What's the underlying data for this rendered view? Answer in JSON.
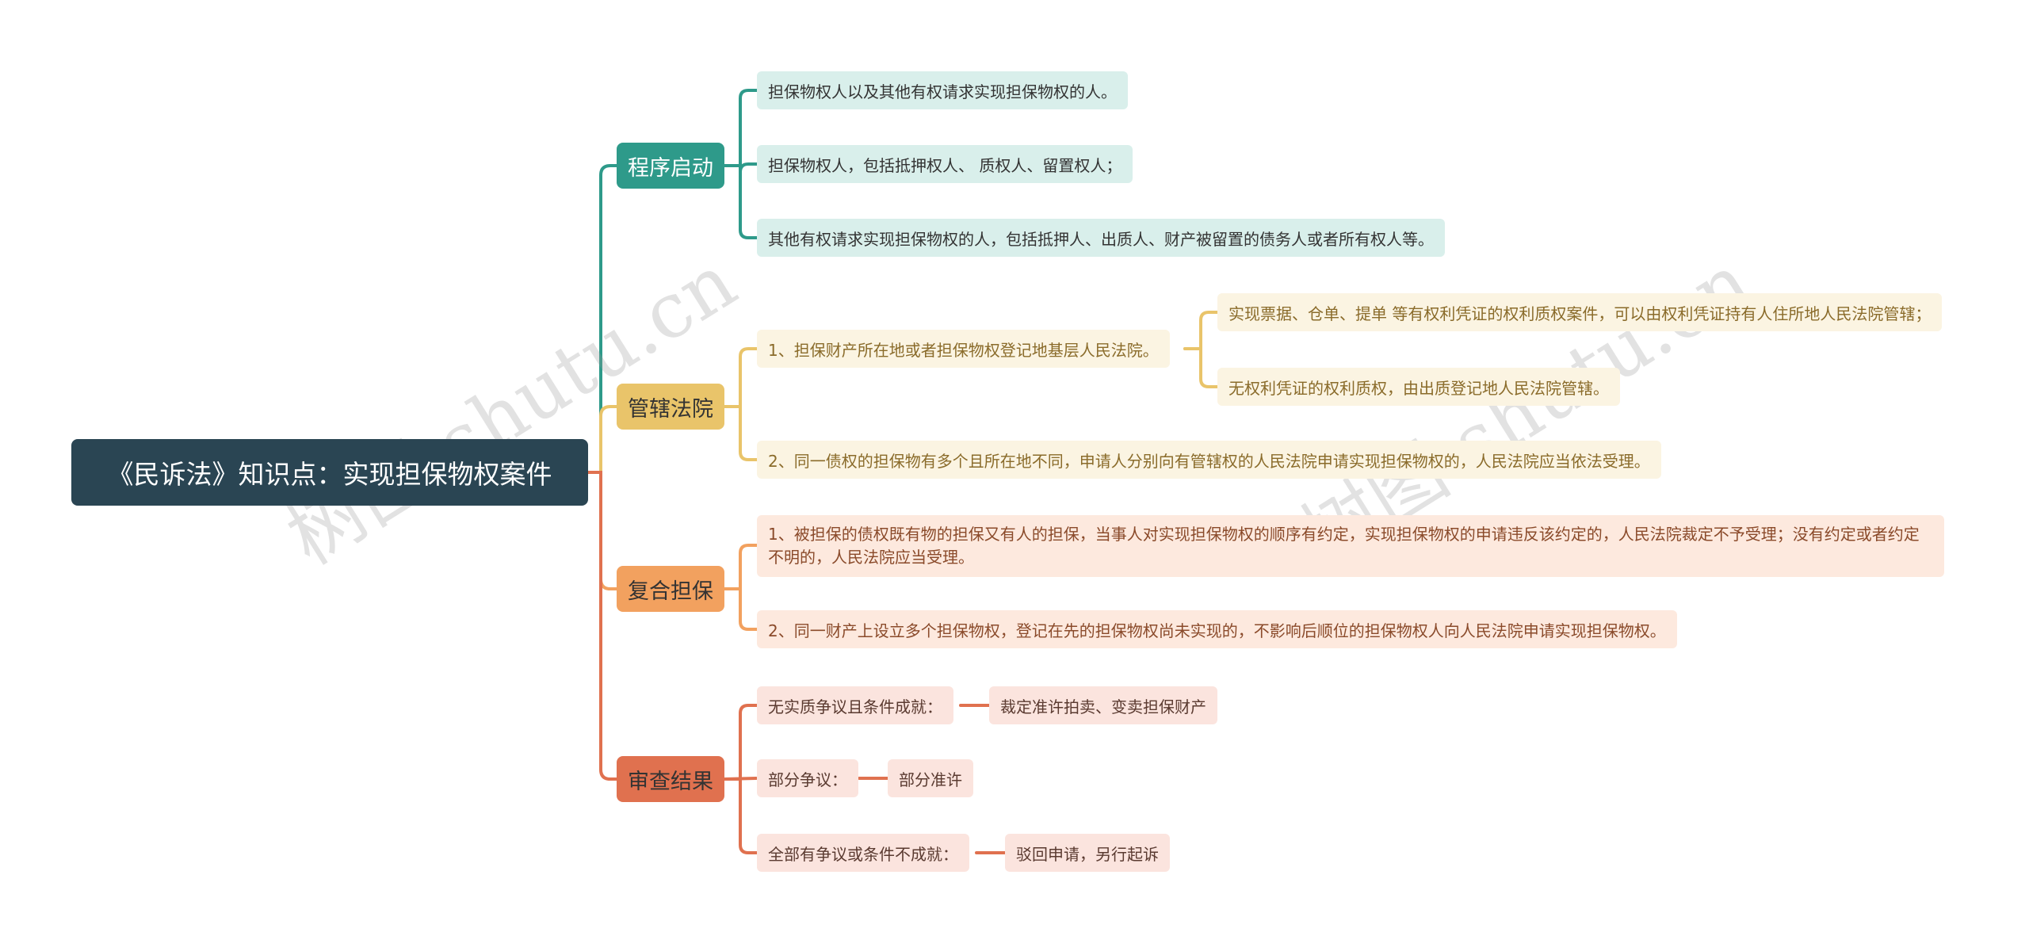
{
  "root": "《民诉法》知识点：实现担保物权案件",
  "colors": {
    "teal": "#2e9a8a",
    "teal_light": "#d9efeb",
    "yellow": "#e9c46a",
    "yellow_light": "#fbf4e2",
    "orange": "#f2a15f",
    "orange_light": "#fde9de",
    "red": "#e0714f",
    "red_light": "#fbe4de",
    "root_bg": "#2a4553"
  },
  "branches": [
    {
      "title": "程序启动",
      "children": [
        {
          "text": "担保物权人以及其他有权请求实现担保物权的人。"
        },
        {
          "text": "担保物权人，包括抵押权人、 质权人、留置权人；"
        },
        {
          "text": "其他有权请求实现担保物权的人，包括抵押人、出质人、财产被留置的债务人或者所有权人等。"
        }
      ]
    },
    {
      "title": "管辖法院",
      "children": [
        {
          "text": "1、担保财产所在地或者担保物权登记地基层人民法院。",
          "children": [
            {
              "text": "实现票据、仓单、提单 等有权利凭证的权利质权案件，可以由权利凭证持有人住所地人民法院管辖；"
            },
            {
              "text": "无权利凭证的权利质权，由出质登记地人民法院管辖。"
            }
          ]
        },
        {
          "text": "2、同一债权的担保物有多个且所在地不同，申请人分别向有管辖权的人民法院申请实现担保物权的，人民法院应当依法受理。"
        }
      ]
    },
    {
      "title": "复合担保",
      "children": [
        {
          "text": "1、被担保的债权既有物的担保又有人的担保，当事人对实现担保物权的顺序有约定，实现担保物权的申请违反该约定的，人民法院裁定不予受理；没有约定或者约定不明的，人民法院应当受理。"
        },
        {
          "text": "2、同一财产上设立多个担保物权，登记在先的担保物权尚未实现的，不影响后顺位的担保物权人向人民法院申请实现担保物权。"
        }
      ]
    },
    {
      "title": "审查结果",
      "children": [
        {
          "text": "无实质争议且条件成就：",
          "children": [
            {
              "text": "裁定准许拍卖、变卖担保财产"
            }
          ]
        },
        {
          "text": "部分争议：",
          "children": [
            {
              "text": "部分准许"
            }
          ]
        },
        {
          "text": "全部有争议或条件不成就：",
          "children": [
            {
              "text": "驳回申请，另行起诉"
            }
          ]
        }
      ]
    }
  ],
  "watermarks": [
    "树图 shutu.cn",
    "树图 shutu.cn"
  ]
}
